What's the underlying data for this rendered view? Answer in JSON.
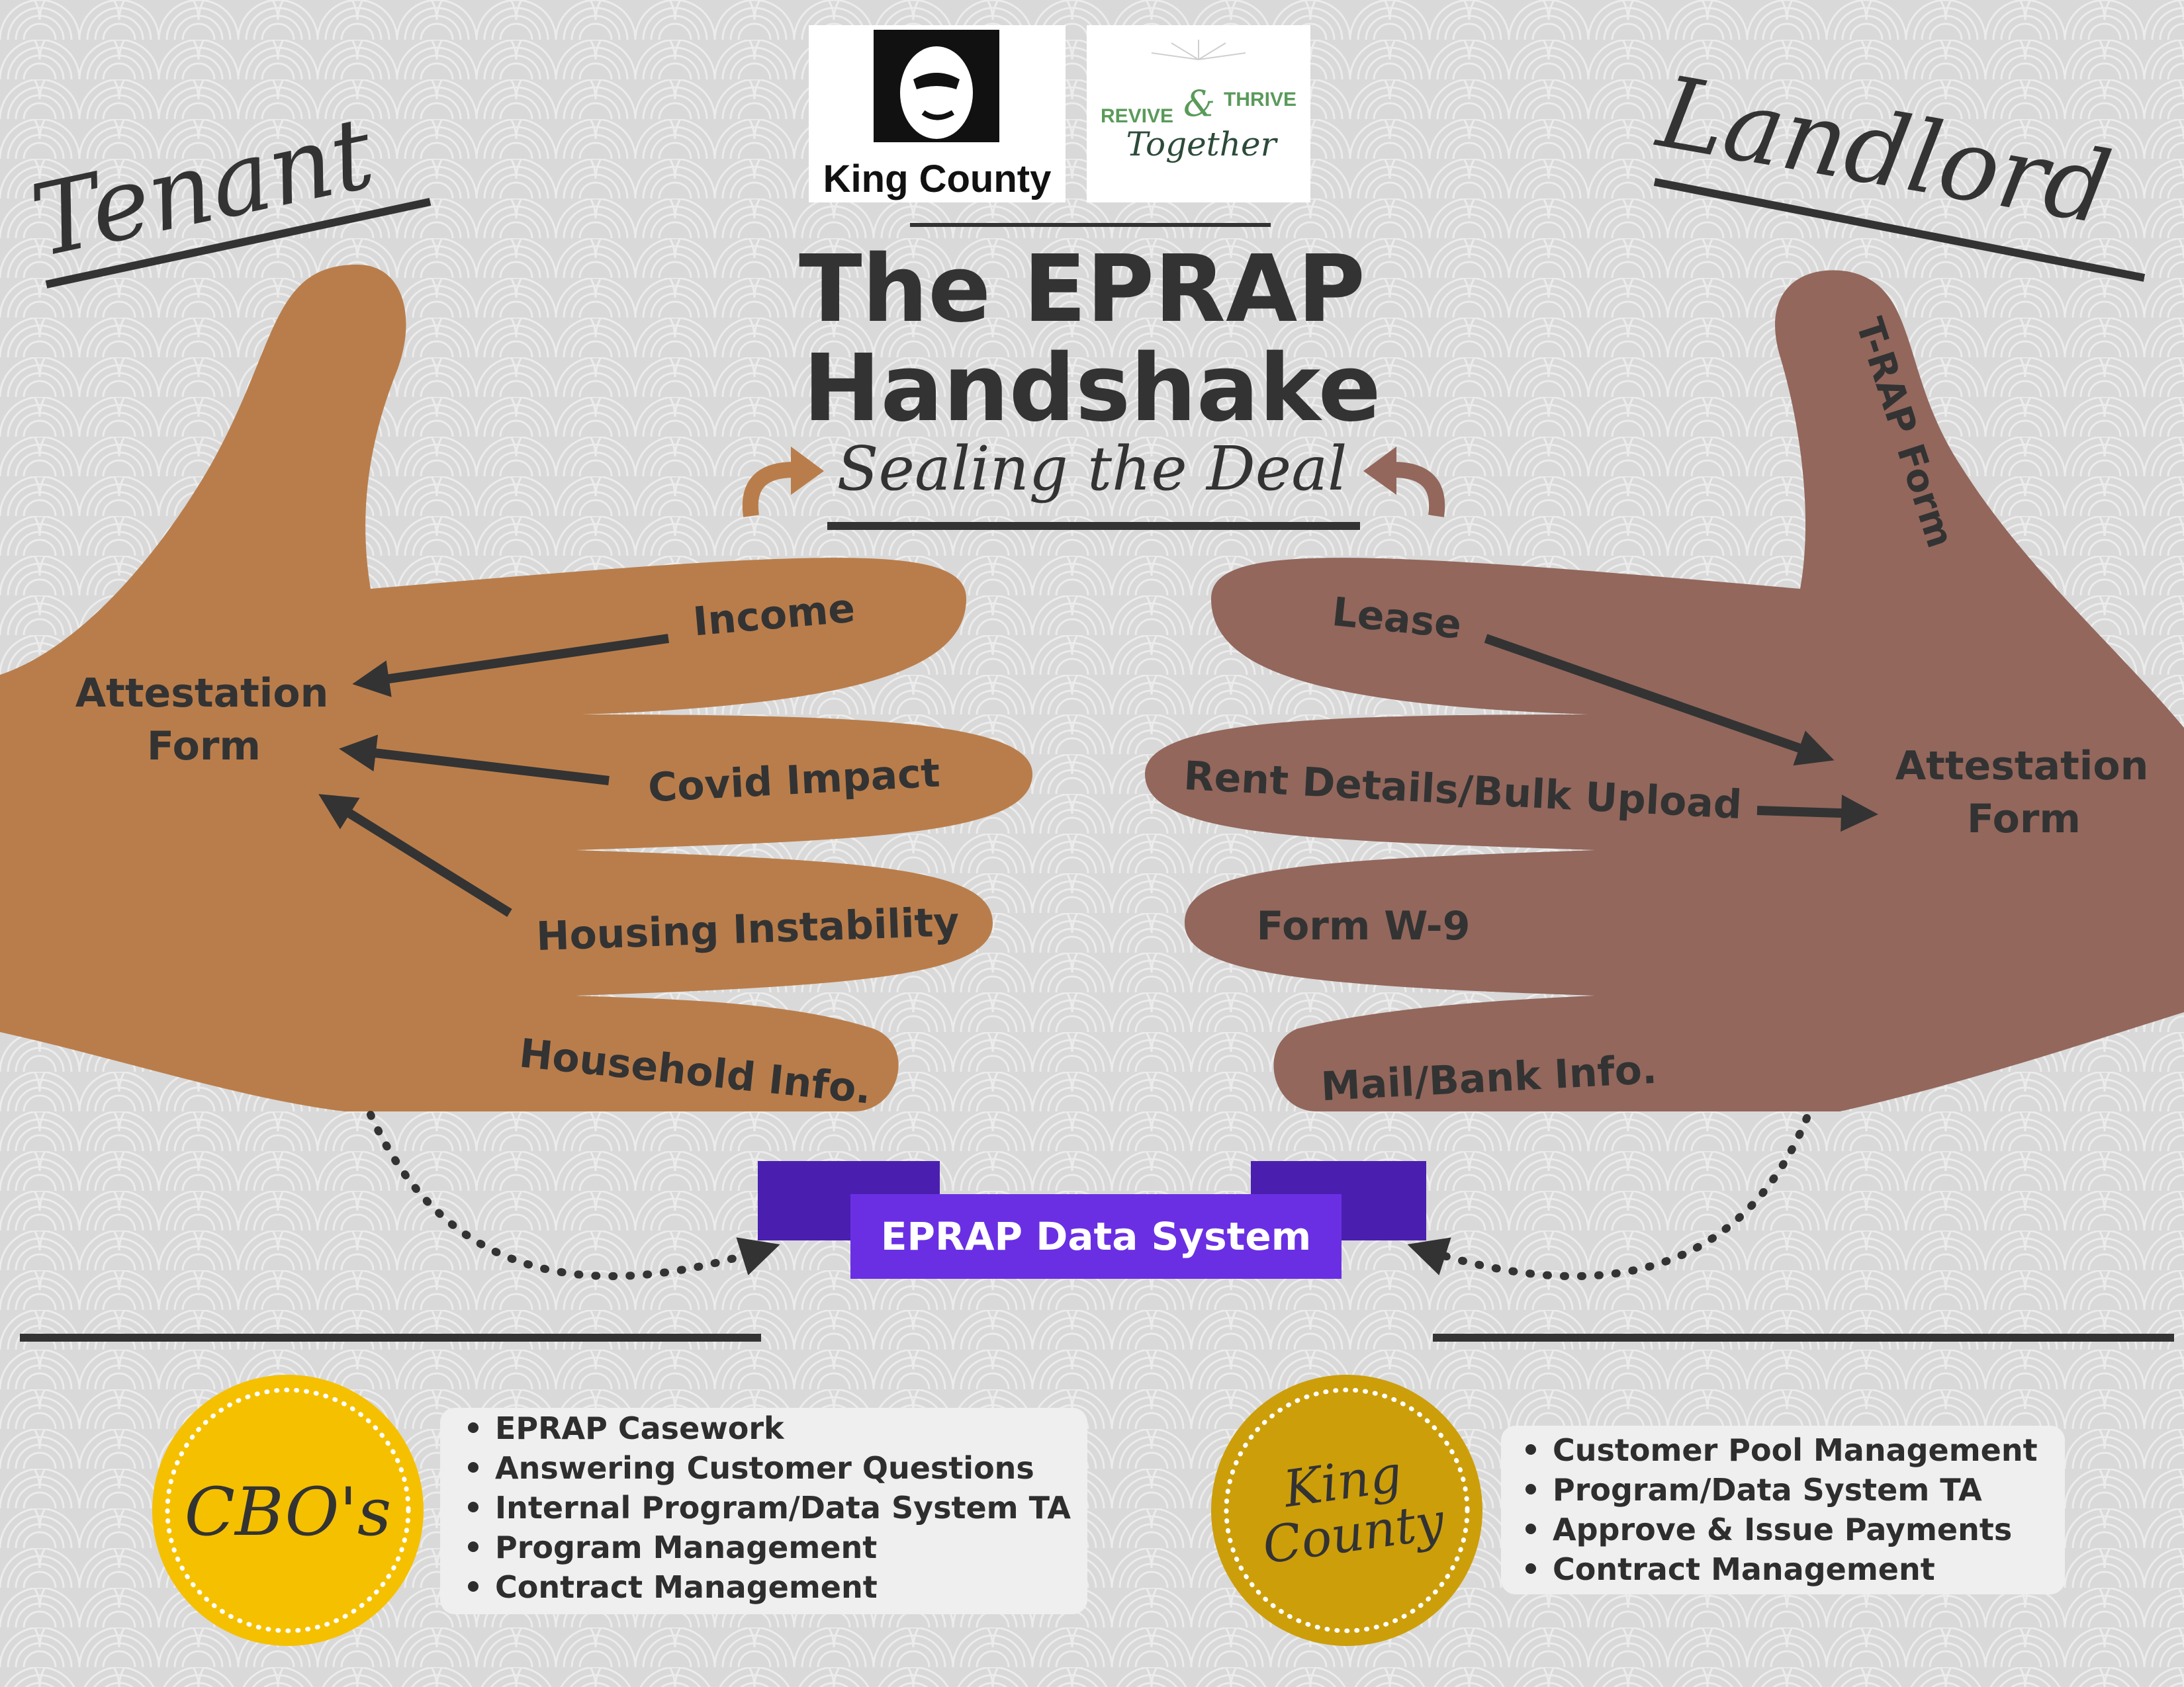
{
  "header": {
    "left_title": "Tenant",
    "right_title": "Landlord",
    "title_line1": "The EPRAP",
    "title_line2": "Handshake",
    "subtitle": "Sealing the Deal"
  },
  "logos": {
    "king_county": "King County",
    "revive_left": "REVIVE",
    "revive_amp": "&",
    "revive_right": "THRIVE",
    "revive_together": "Together"
  },
  "tenant_hand": {
    "color": "#B97D4B",
    "target": [
      "Attestation",
      "Form"
    ],
    "fingers": [
      "Income",
      "Covid Impact",
      "Housing Instability",
      "Household Info."
    ]
  },
  "landlord_hand": {
    "color": "#93675C",
    "thumb": "T-RAP Form",
    "target": [
      "Attestation",
      "Form"
    ],
    "fingers": [
      "Lease",
      "Rent Details/Bulk Upload",
      "Form W-9",
      "Mail/Bank Info."
    ]
  },
  "data_system": {
    "label": "EPRAP Data System",
    "color": "#6A2FE3",
    "dark_color": "#4A1FB0"
  },
  "roles": {
    "cbo": {
      "badge": "CBO's",
      "badge_color": "#F5C000",
      "items": [
        "EPRAP Casework",
        "Answering Customer Questions",
        "Internal Program/Data System TA",
        "Program Management",
        "Contract Management"
      ]
    },
    "king_county": {
      "badge_line1": "King",
      "badge_line2": "County",
      "badge_color": "#CC9E0A",
      "items": [
        "Customer Pool Management",
        "Program/Data System TA",
        "Approve & Issue Payments",
        "Contract Management"
      ]
    }
  }
}
